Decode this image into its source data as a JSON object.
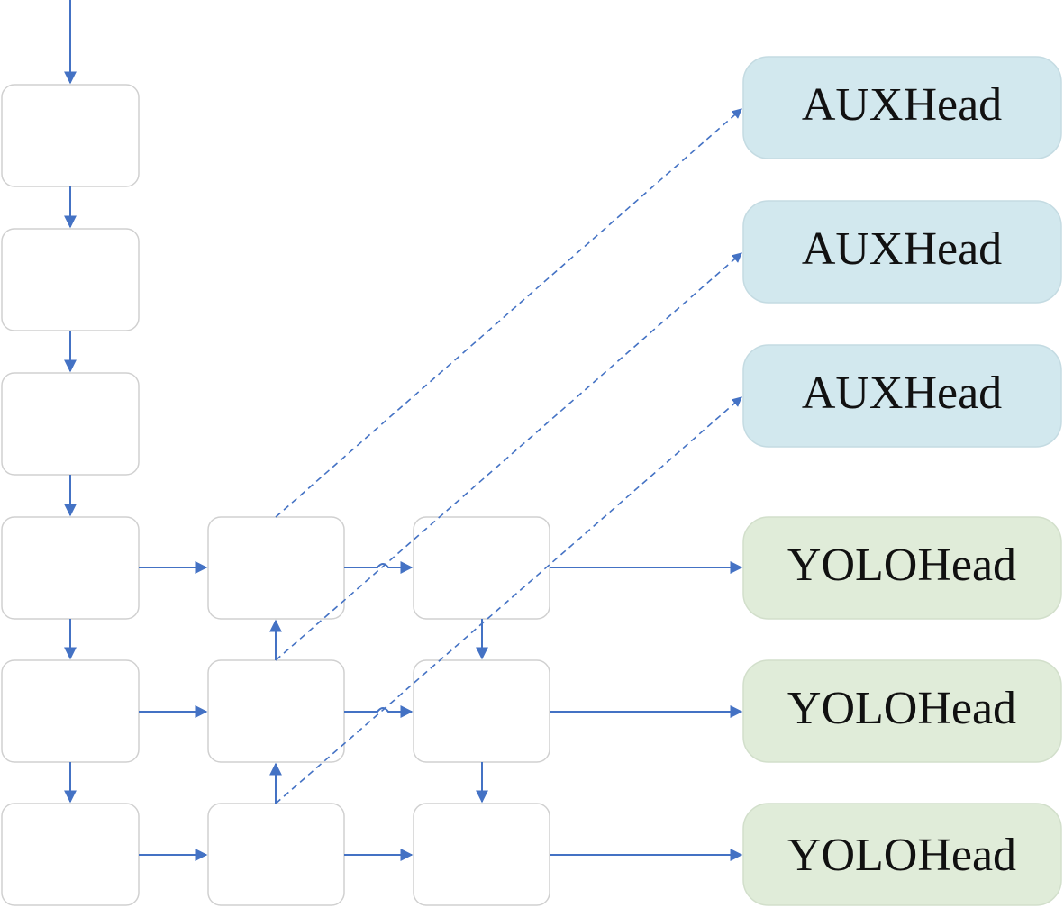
{
  "aux_heads": [
    {
      "label": "AUXHead"
    },
    {
      "label": "AUXHead"
    },
    {
      "label": "AUXHead"
    }
  ],
  "yolo_heads": [
    {
      "label": "YOLOHead"
    },
    {
      "label": "YOLOHead"
    },
    {
      "label": "YOLOHead"
    }
  ],
  "colors": {
    "connector": "#4472c4",
    "aux_fill": "#d2e8ee",
    "yolo_fill": "#e0ecd9",
    "node_border": "#d0d0d0"
  }
}
